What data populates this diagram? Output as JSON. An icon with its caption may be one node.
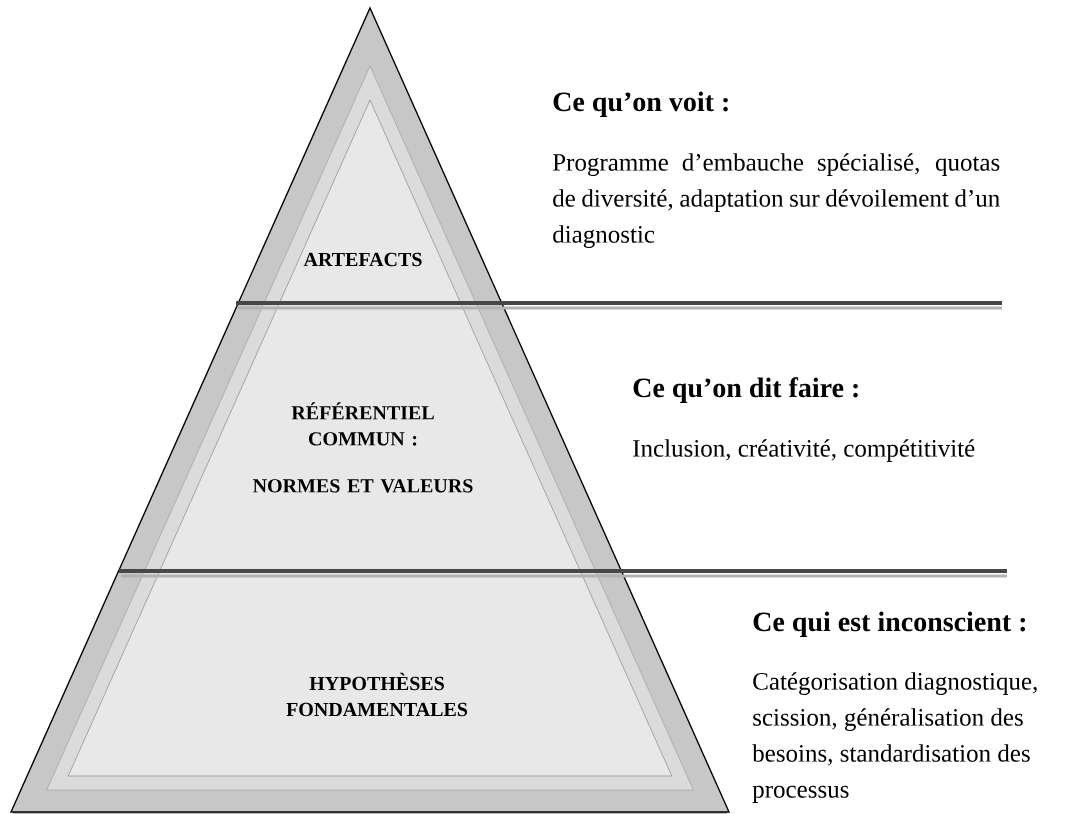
{
  "diagram": {
    "nodes": [
      {
        "text": [
          "ARTEFACTS"
        ],
        "beside": [
          "Ce qu’on voit :",
          "Programme d’embauche spécialisé, quotas de diversité, adaptation sur dévoilement d’un diagnostic"
        ]
      },
      {
        "text": [
          "RÉFÉRENTIEL COMMUN :",
          "NORMES ET VALEURS"
        ],
        "beside": [
          "Ce qu’on dit faire :",
          "Inclusion, créativité, compétitivité"
        ]
      },
      {
        "text": [
          "HYPOTHÈSES FONDAMENTALES"
        ],
        "beside": [
          "Ce qui est inconscient :",
          "Catégorisation diagnostique, scission, généralisation des besoins, standardisation des processus"
        ]
      }
    ]
  }
}
